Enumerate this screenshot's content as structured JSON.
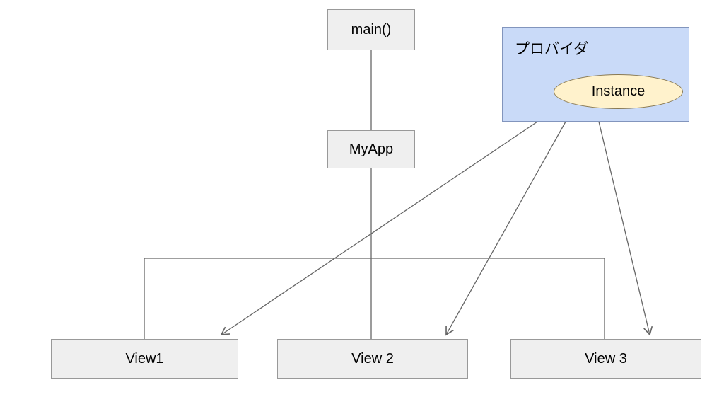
{
  "diagram": {
    "title": "provider architecture diagram",
    "nodes": {
      "main": {
        "label": "main()"
      },
      "myapp": {
        "label": "MyApp"
      },
      "provider": {
        "label": "プロバイダ"
      },
      "instance": {
        "label": "Instance"
      },
      "view1": {
        "label": "View1"
      },
      "view2": {
        "label": "View 2"
      },
      "view3": {
        "label": "View 3"
      }
    },
    "edges": [
      {
        "from": "main",
        "to": "myapp",
        "type": "line"
      },
      {
        "from": "myapp",
        "to": "view2",
        "type": "line"
      },
      {
        "from": "myapp",
        "to": "view1",
        "type": "elbow-line"
      },
      {
        "from": "myapp",
        "to": "view3",
        "type": "elbow-line"
      },
      {
        "from": "provider",
        "to": "view1",
        "type": "arrow"
      },
      {
        "from": "provider",
        "to": "view2",
        "type": "arrow"
      },
      {
        "from": "provider",
        "to": "view3",
        "type": "arrow"
      }
    ],
    "colors": {
      "background": "#ffffff",
      "box_fill": "#efefef",
      "box_border": "#999999",
      "provider_fill": "#c9daf8",
      "provider_border": "#8295bd",
      "instance_fill": "#fff2cc",
      "instance_border": "#8a7a52",
      "line": "#666666",
      "text": "#000000"
    }
  }
}
